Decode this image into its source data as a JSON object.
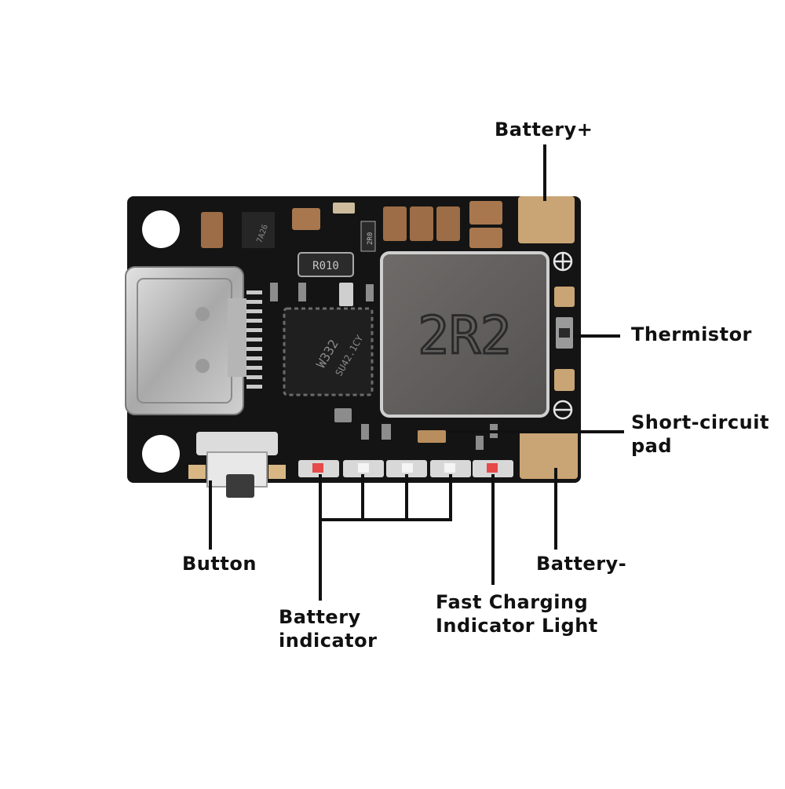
{
  "labels": {
    "battery_plus": "Battery+",
    "thermistor": "Thermistor",
    "short_circuit_line1": "Short-circuit",
    "short_circuit_line2": "pad",
    "battery_minus": "Battery-",
    "button": "Button",
    "battery_indicator_line1": "Battery",
    "battery_indicator_line2": "indicator",
    "fast_charging_line1": "Fast Charging",
    "fast_charging_line2": "Indicator Light"
  },
  "board": {
    "inductor_marking": "2R2",
    "ic_marking_line1": "W332",
    "ic_marking_line2": "SU42.1CY",
    "resistor_marking": "R010",
    "transistor_marking": "7A26",
    "small_resistor_marking": "2R0",
    "plus_symbol": "⊕",
    "minus_symbol": "⊖"
  },
  "colors": {
    "pcb": "#141414",
    "pad": "#c9a474",
    "inductor": "#5f5d5b",
    "usb_shell": "#bdbdbd",
    "leader_line": "#111111"
  }
}
